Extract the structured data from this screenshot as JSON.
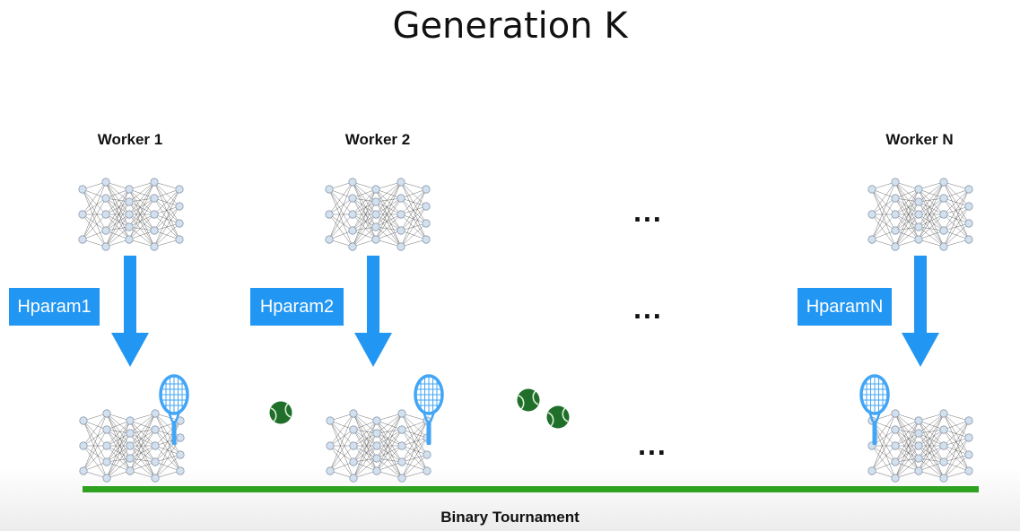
{
  "diagram": {
    "title": "Generation K",
    "workers": [
      {
        "label": "Worker 1",
        "hparam": "Hparam1"
      },
      {
        "label": "Worker 2",
        "hparam": "Hparam2"
      },
      {
        "label": "Worker N",
        "hparam": "HparamN"
      }
    ],
    "ellipsis": [
      "...",
      "...",
      "..."
    ],
    "footer": "Binary Tournament",
    "colors": {
      "arrow": "#2196f3",
      "hparam_box": "#2196f3",
      "tournament_line": "#2ea11f",
      "ball": "#1f6e2a",
      "racket": "#42a5f5",
      "network_node": "#cfdcec",
      "network_edge": "#555555"
    },
    "icons": [
      "neural-network-icon",
      "down-arrow-icon",
      "tennis-racket-icon",
      "tennis-ball-icon"
    ]
  }
}
